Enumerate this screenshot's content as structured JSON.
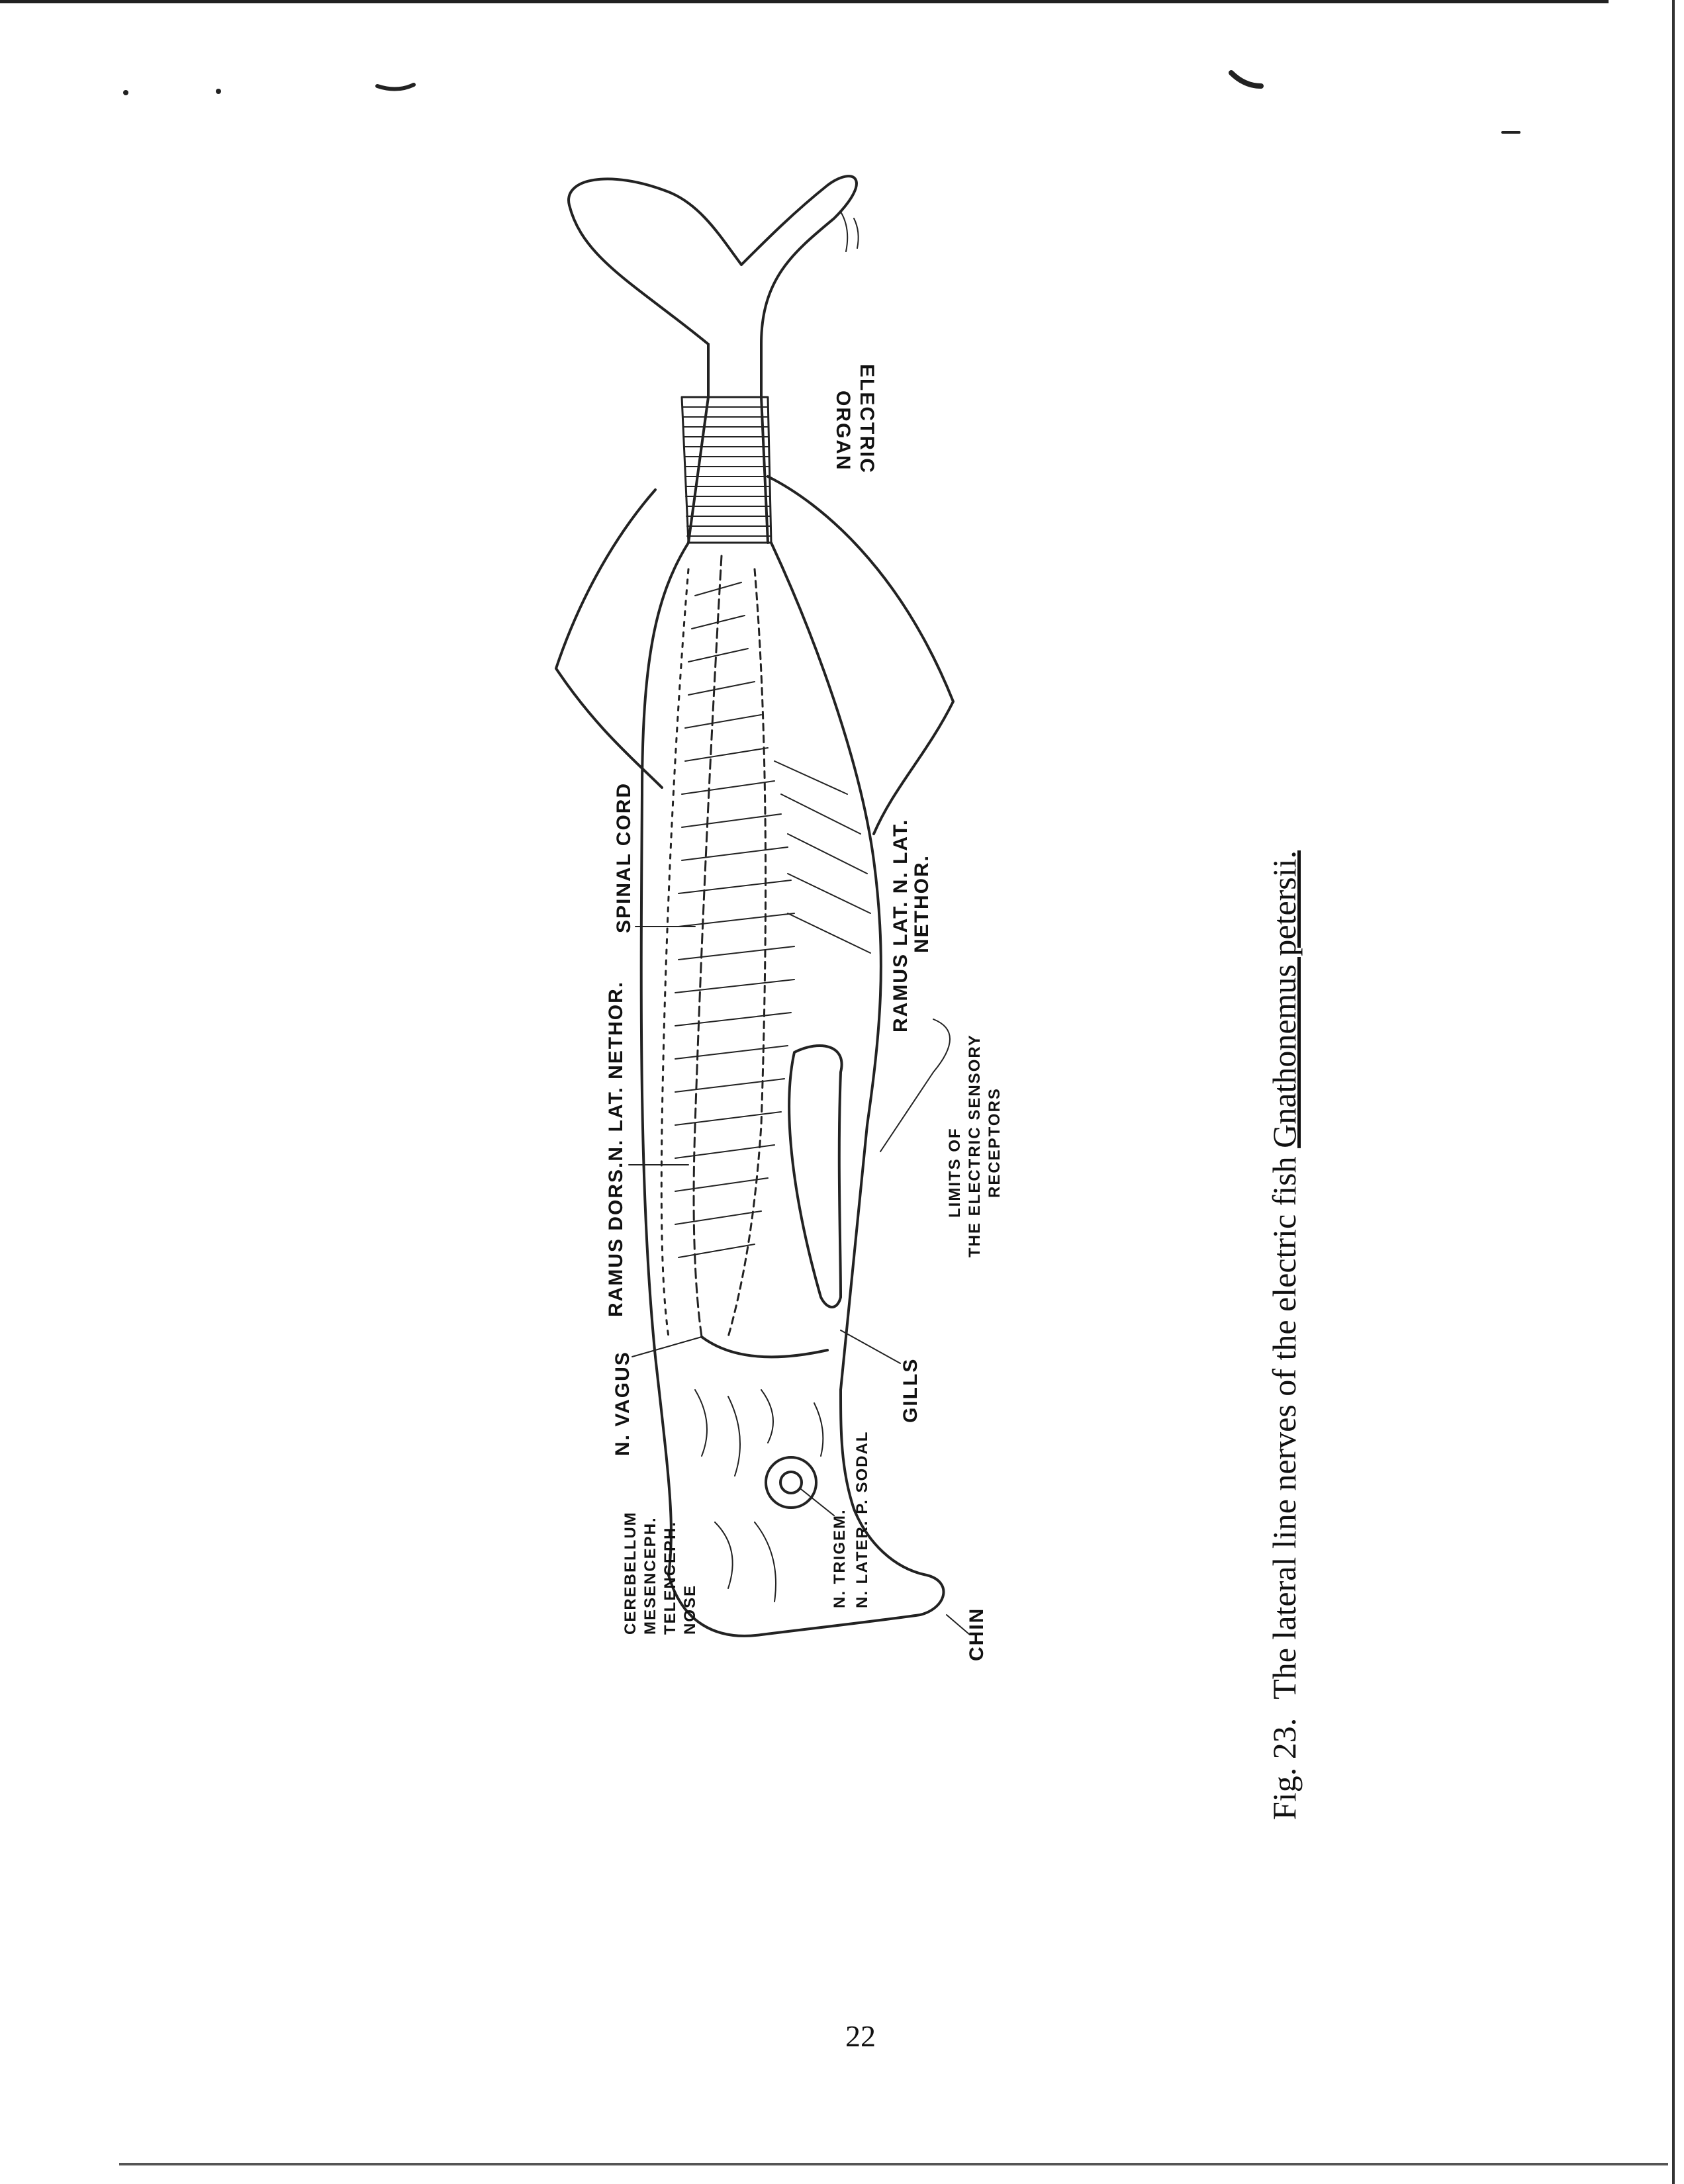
{
  "labels": {
    "electric_organ": [
      "ELECTRIC",
      "ORGAN"
    ],
    "spinal_cord": "SPINAL CORD",
    "ramus_dors": "RAMUS DORS.N. LAT. NETHOR.",
    "n_vagus": "N. VAGUS",
    "cerebellum": "CEREBELLUM",
    "mesenceph": "MESENCEPH.",
    "telencepha": "TELENCEPH.",
    "nose": "NOSE",
    "chin": "CHIN",
    "gills": "GILLS",
    "n_trigem": "N. TRIGEM.",
    "n_later_p_sodal": "N. LATER. P. SODAL",
    "limits": [
      "LIMITS OF",
      "THE ELECTRIC SENSORY",
      "RECEPTORS"
    ],
    "ramus_lat": [
      "RAMUS LAT. N. LAT.",
      "NETHOR."
    ]
  },
  "caption": {
    "prefix": "Fig. 23.",
    "text": "The lateral line nerves of the electric fish ",
    "species": "Gnathonemus petersii."
  },
  "page_number": "22"
}
